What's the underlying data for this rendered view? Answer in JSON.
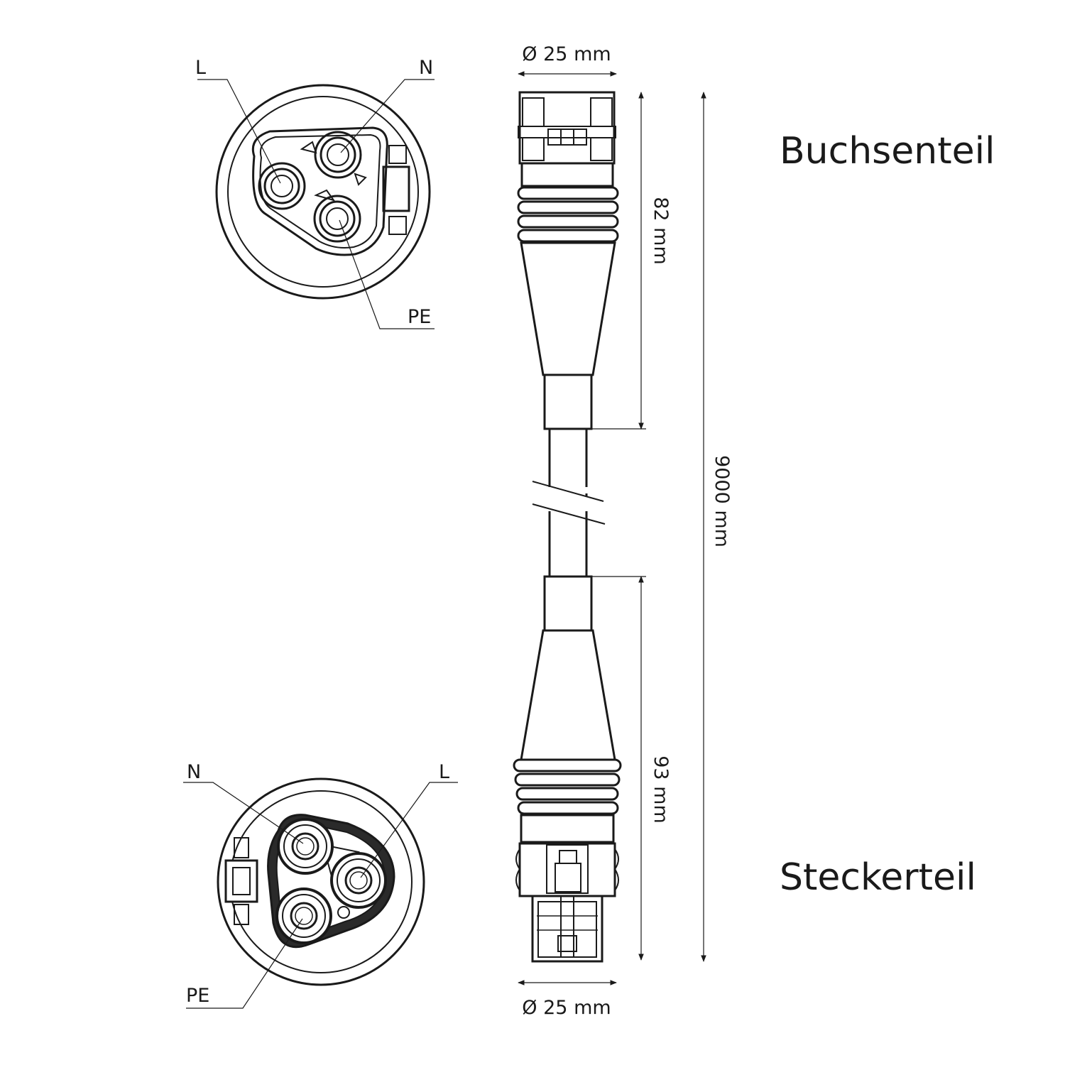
{
  "colors": {
    "ink": "#1a1a1a",
    "background": "#ffffff"
  },
  "socket": {
    "title": "Buchsenteil",
    "pins": {
      "l": "L",
      "n": "N",
      "pe": "PE"
    }
  },
  "plug": {
    "title": "Steckerteil",
    "pins": {
      "l": "L",
      "n": "N",
      "pe": "PE"
    }
  },
  "dimensions": {
    "top_diameter": "Ø 25 mm",
    "bottom_diameter": "Ø 25 mm",
    "socket_length": "82 mm",
    "plug_length": "93 mm",
    "cable_length": "9000 mm"
  }
}
